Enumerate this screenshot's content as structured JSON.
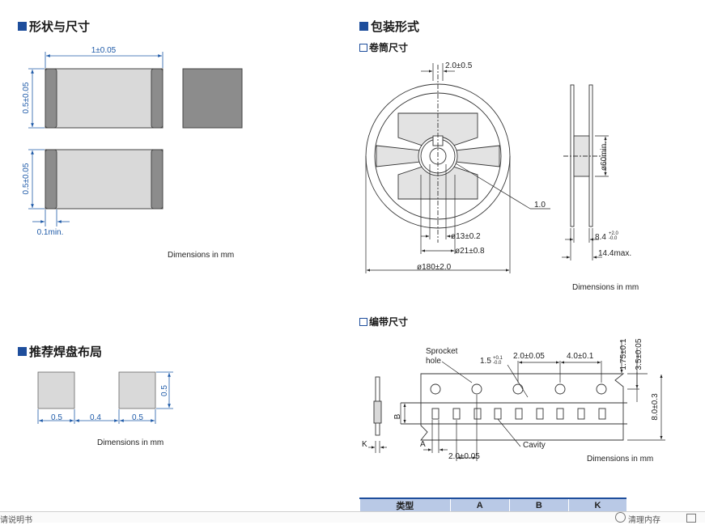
{
  "sections": {
    "shape": "形状与尺寸",
    "packaging": "包装形式",
    "reel": "卷筒尺寸",
    "land": "推荐焊盘布局",
    "tape": "编带尺寸"
  },
  "shape_dims": {
    "length": "1±0.05",
    "height_top": "0.5±0.05",
    "height_bottom": "0.5±0.05",
    "electrode_min": "0.1min.",
    "note": "Dimensions in mm"
  },
  "reel_dims": {
    "slot": "2.0±0.5",
    "d60": "ø60min.",
    "thickness": "1.0",
    "d13": "ø13±0.2",
    "d21": "ø21±0.8",
    "d180": "ø180±2.0",
    "width": "8.4",
    "width_tol_plus": "+2.0",
    "width_tol_minus": "-0.0",
    "max_width": "14.4max.",
    "note": "Dimensions in mm"
  },
  "land_dims": {
    "pad_a": "0.5",
    "gap": "0.4",
    "pad_b": "0.5",
    "pad_h": "0.5",
    "note": "Dimensions in mm"
  },
  "tape_dims": {
    "sprocket_label_1": "Sprocket",
    "sprocket_label_2": "hole",
    "hole_d": "1.5",
    "hole_d_plus": "+0.1",
    "hole_d_minus": "-0.0",
    "pitch_hole_cavity": "2.0±0.05",
    "sprocket_pitch": "4.0±0.1",
    "edge": "1.75±0.1",
    "center": "3.5±0.05",
    "width": "8.0±0.3",
    "cavity_pitch": "2.0±0.05",
    "b": "B",
    "a": "A",
    "k": "K",
    "cavity": "Cavity",
    "note": "Dimensions in mm"
  },
  "table": {
    "headers": [
      "类型",
      "A",
      "B",
      "K"
    ]
  },
  "bottom": {
    "left_text": "请说明书",
    "right_text": "清理内存"
  },
  "colors": {
    "accent": "#1e4e9c",
    "dimension": "#1e5aa8",
    "body_gray": "#d9d9d9",
    "electrode_gray": "#8c8c8c"
  }
}
